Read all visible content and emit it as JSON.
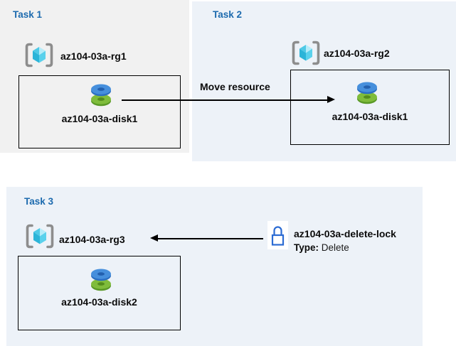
{
  "colors": {
    "task_title_blue": "#1c6aae",
    "panel_task1_bg": "#f1f1f1",
    "panel_task2_bg": "#edf2f8",
    "panel_task3_bg": "#edf2f8",
    "box_border": "#000000",
    "arrow_black": "#000000",
    "disk_blue_top": "#468fdc",
    "disk_blue_side": "#2b6fc2",
    "disk_green_top": "#7fbc3b",
    "disk_green_side": "#5a9927",
    "cube_cyan_light": "#b6ecf9",
    "cube_cyan_mid": "#4ec9e6",
    "cube_cyan_dark": "#2bb4d8",
    "bracket_gray": "#8d8d8d",
    "lock_blue": "#2b6bd3"
  },
  "tasks": {
    "task1": {
      "title": "Task 1",
      "resource_group": "az104-03a-rg1",
      "disk": "az104-03a-disk1"
    },
    "task2": {
      "title": "Task 2",
      "resource_group": "az104-03a-rg2",
      "disk": "az104-03a-disk1"
    },
    "task3": {
      "title": "Task 3",
      "resource_group": "az104-03a-rg3",
      "disk": "az104-03a-disk2",
      "lock": {
        "name": "az104-03a-delete-lock",
        "type_label": "Type:",
        "type_value": "Delete"
      }
    }
  },
  "annotations": {
    "move_arrow_label": "Move resource"
  }
}
